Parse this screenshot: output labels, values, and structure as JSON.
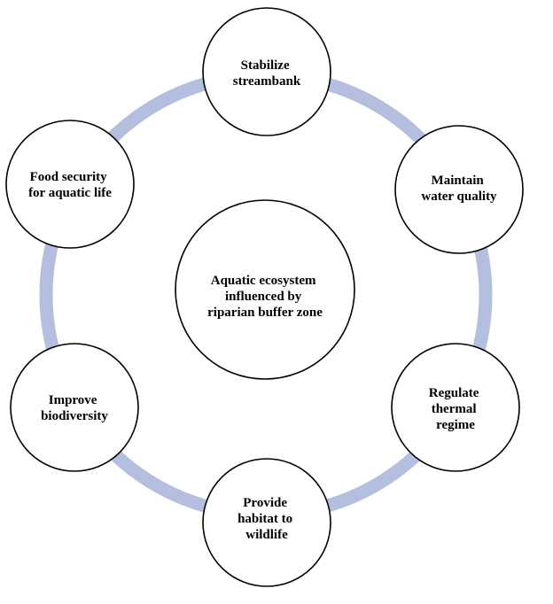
{
  "colors": {
    "ring": "#b4bfdf",
    "node_fill": "#ffffff",
    "node_stroke": "#000000",
    "text": "#000000"
  },
  "center": {
    "lines": [
      "Aquatic ecosystem",
      "influenced by",
      "riparian buffer zone"
    ]
  },
  "nodes": [
    {
      "id": "stabilize-streambank",
      "lines": [
        "Stabilize",
        "streambank"
      ]
    },
    {
      "id": "maintain-water-quality",
      "lines": [
        "Maintain",
        "water quality"
      ]
    },
    {
      "id": "regulate-thermal-regime",
      "lines": [
        "Regulate",
        "thermal",
        "regime"
      ]
    },
    {
      "id": "provide-habitat-to-wildlife",
      "lines": [
        "Provide",
        "habitat to",
        "wildlife"
      ]
    },
    {
      "id": "improve-biodiversity",
      "lines": [
        "Improve",
        "biodiversity"
      ]
    },
    {
      "id": "food-security-for-aquatic-life",
      "lines": [
        "Food security",
        "for aquatic life"
      ]
    }
  ]
}
